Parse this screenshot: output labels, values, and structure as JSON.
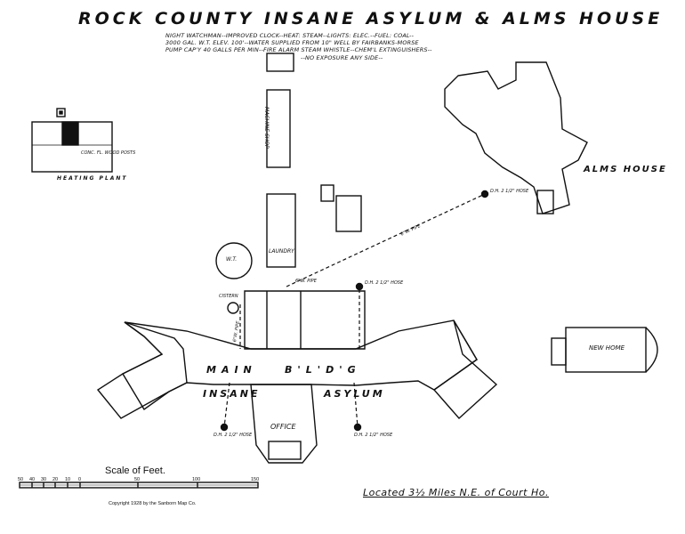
{
  "title": "ROCK COUNTY INSANE ASYLUM & ALMS HOUSE",
  "notes": [
    "NIGHT WATCHMAN--IMPROVED CLOCK--HEAT: STEAM--LIGHTS: ELEC.--FUEL: COAL--",
    "3000 GAL. W.T. ELEV. 100'--WATER SUPPLIED FROM 10\" WELL BY FAIRBANKS-MORSE",
    "PUMP CAP'Y 40 GALLS PER MIN--FIRE ALARM STEAM WHISTLE--CHEM'L EXTINGUISHERS--",
    "--NO EXPOSURE ANY SIDE--"
  ],
  "labels": {
    "main": "MAIN",
    "bldg": "B'L'D'G",
    "insane": "INSANE",
    "asylum": "ASYLUM",
    "office": "OFFICE",
    "alms_house": "ALMS HOUSE",
    "heating_plant": "HEATING PLANT",
    "machine_shop": "MACHINE SHOP",
    "laundry": "LAUNDRY",
    "new_home": "NEW HOME",
    "water_tank": "W.T.",
    "cistern": "CISTERN",
    "cyl_pipe_1": "6\"W. PIPE",
    "cyl_pipe_2": "6\"W. PIPE",
    "cyl_pipe_3": "6\"W. PIPE",
    "conc_fl": "CONC. FL. WOOD POSTS",
    "dh_alms": "D.H. 2 1/2\" HOSE",
    "dh_left": "D.H. 2 1/2\" HOSE",
    "dh_right": "D.H. 2 1/2\" HOSE",
    "dh_top": "D.H. 2 1/2\" HOSE"
  },
  "scale": {
    "title": "Scale of Feet.",
    "ticks": [
      "50",
      "40",
      "30",
      "20",
      "10",
      "0",
      "50",
      "100",
      "150"
    ]
  },
  "copyright": "Copyright 1928 by the Sanborn Map Co.",
  "located": "Located 3½ Miles N.E. of Court Ho."
}
